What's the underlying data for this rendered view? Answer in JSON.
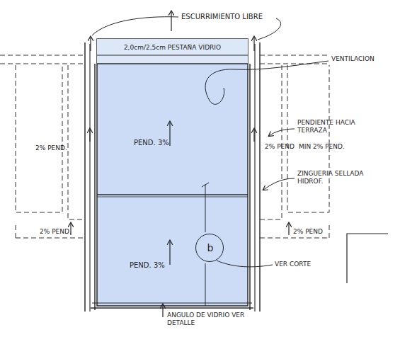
{
  "diagram": {
    "nodes": [
      {
        "text": [
          "2,0cm/2,5cm PESTAÑA VIDRIO"
        ]
      },
      {
        "text": [
          "PEND. 3%"
        ]
      },
      {
        "text": [
          "PEND. 3%"
        ]
      },
      {
        "text": [
          "b"
        ],
        "in": 2
      }
    ],
    "labels": [
      "ESCURRIMIENTO LIBRE",
      "VENTILACION",
      "2% PEND.",
      "2% PEND.",
      "2% PEND",
      "PENDIENTE HACIA TERRAZA",
      "MIN 2% PEND.",
      "ZINGUERIA SELLADA HIDROF.",
      "2% PEND",
      "VER CORTE",
      "ANGULO DE VIDRIO VER DETALLE"
    ]
  }
}
